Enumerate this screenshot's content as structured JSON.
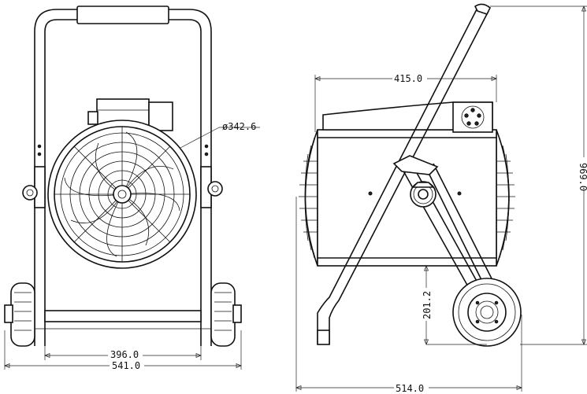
{
  "drawing": {
    "front_view": {
      "fan_diameter_label": "ø342.6",
      "inner_width_label": "396.0",
      "outer_width_label": "541.0"
    },
    "side_view": {
      "body_length_label": "415.0",
      "overall_height_label": "969.0",
      "ground_clearance_label": "201.2",
      "overall_depth_label": "514.0"
    }
  }
}
